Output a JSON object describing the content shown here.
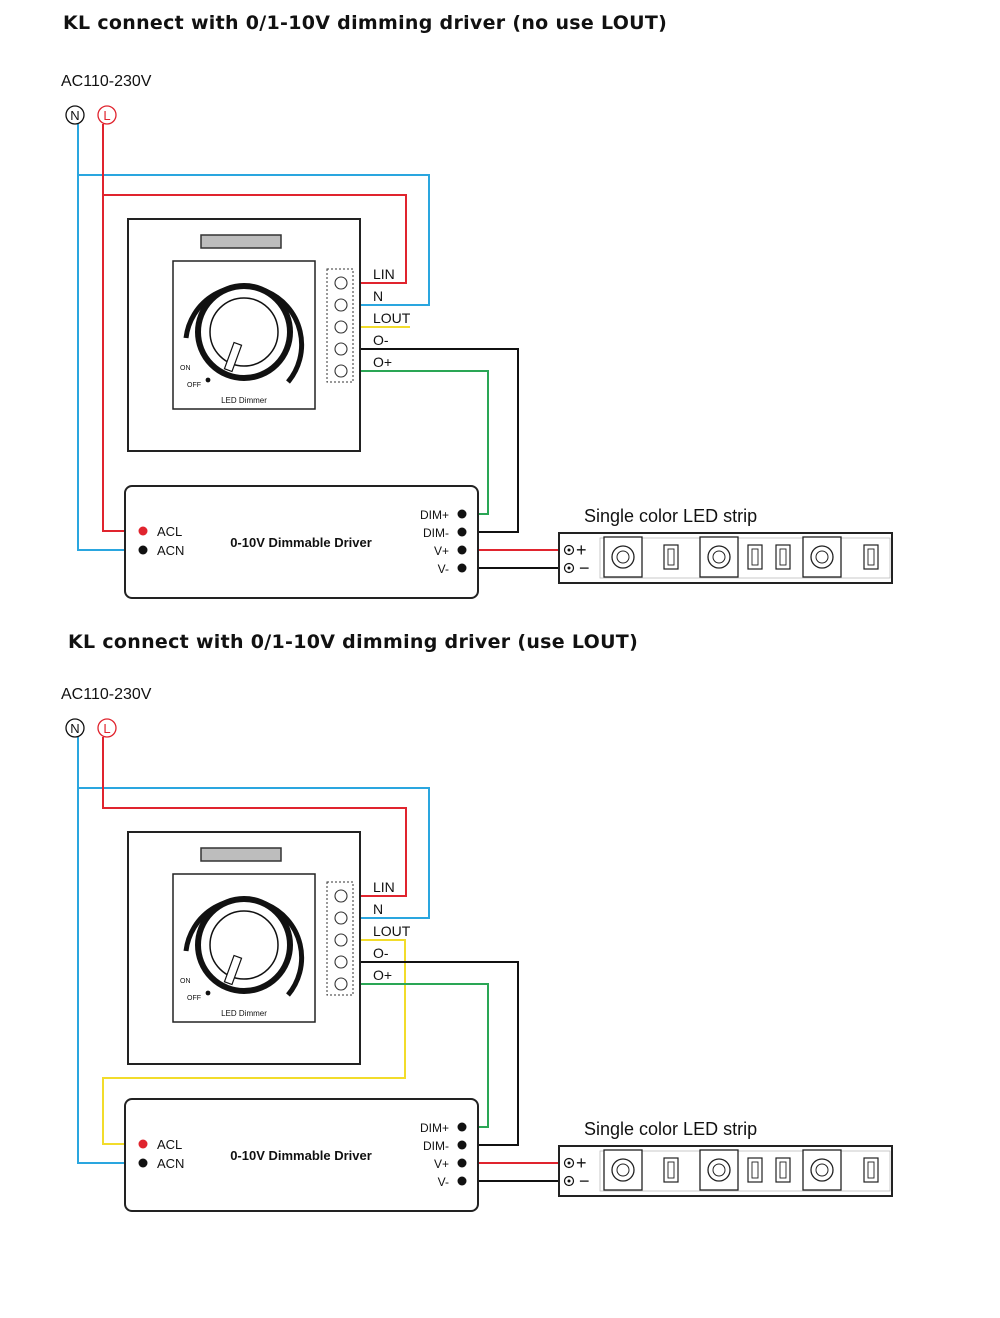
{
  "colors": {
    "neutral_wire": "#2aa6df",
    "live_wire": "#e0242e",
    "lout_wire": "#f2dc2b",
    "dim_plus_wire": "#2aa655",
    "black_wire": "#111111"
  },
  "diagrams": [
    {
      "title": "KL connect with 0/1-10V dimming driver (no use LOUT)",
      "supply": "AC110-230V",
      "neutral_symbol": "N",
      "live_symbol": "L",
      "dimmer": {
        "name": "LED  Dimmer",
        "on_label": "ON",
        "off_label": "OFF",
        "terminals": [
          "LIN",
          "N",
          "LOUT",
          "O-",
          "O+"
        ]
      },
      "driver": {
        "name": "0-10V Dimmable Driver",
        "inputs": [
          "ACL",
          "ACN"
        ],
        "outputs": [
          "DIM+",
          "DIM-",
          "V+",
          "V-"
        ]
      },
      "strip": {
        "name": "Single color LED strip",
        "plus": "+",
        "minus": "−"
      }
    },
    {
      "title": "KL connect with 0/1-10V dimming driver (use LOUT)",
      "supply": "AC110-230V",
      "neutral_symbol": "N",
      "live_symbol": "L",
      "dimmer": {
        "name": "LED  Dimmer",
        "on_label": "ON",
        "off_label": "OFF",
        "terminals": [
          "LIN",
          "N",
          "LOUT",
          "O-",
          "O+"
        ]
      },
      "driver": {
        "name": "0-10V Dimmable Driver",
        "inputs": [
          "ACL",
          "ACN"
        ],
        "outputs": [
          "DIM+",
          "DIM-",
          "V+",
          "V-"
        ]
      },
      "strip": {
        "name": "Single color LED strip",
        "plus": "+",
        "minus": "−"
      }
    }
  ]
}
